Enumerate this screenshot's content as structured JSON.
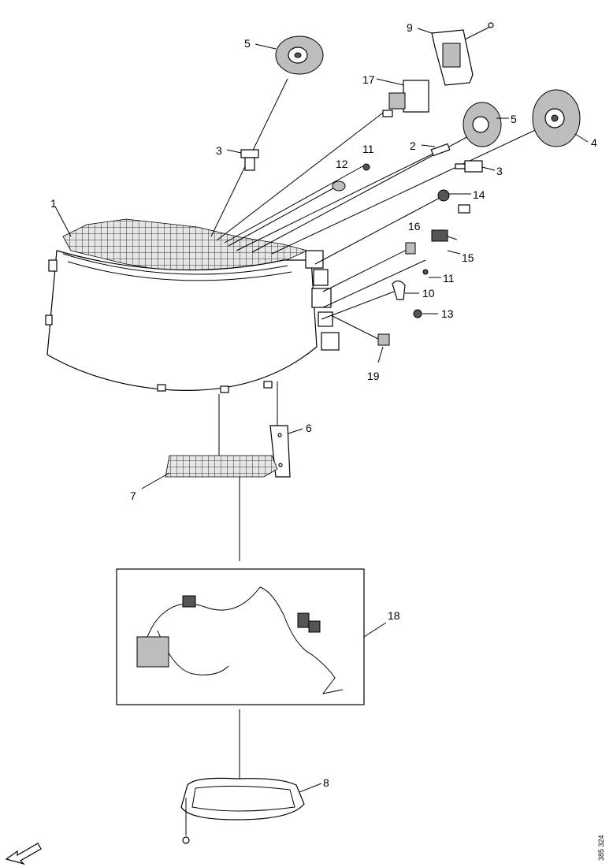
{
  "callouts": {
    "c1": "1",
    "c2": "2",
    "c3a": "3",
    "c3b": "3",
    "c4": "4",
    "c5a": "5",
    "c5b": "5",
    "c6": "6",
    "c7": "7",
    "c8": "8",
    "c9": "9",
    "c10": "10",
    "c11a": "11",
    "c11b": "11",
    "c12": "12",
    "c13": "13",
    "c14": "14",
    "c15": "15",
    "c16": "16",
    "c17": "17",
    "c18": "18",
    "c19": "19"
  },
  "document_number": "385 324",
  "colors": {
    "line": "#000000",
    "shade": "#bdbdbd",
    "dark": "#555555"
  },
  "icons": {
    "direction": "front-arrow-icon"
  }
}
